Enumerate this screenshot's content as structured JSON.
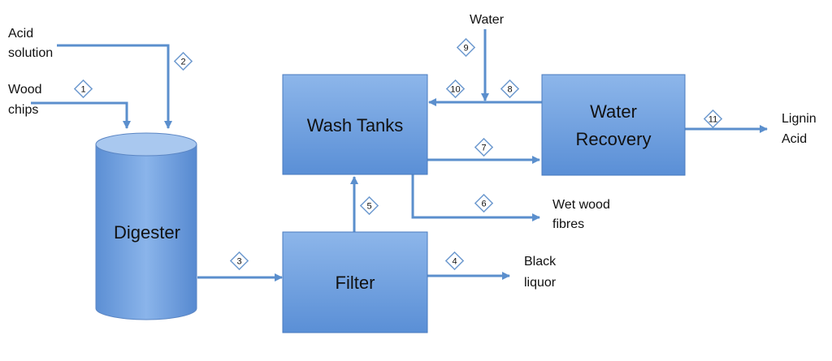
{
  "units": {
    "digester": "Digester",
    "wash_tanks": "Wash Tanks",
    "water_recovery_line1": "Water",
    "water_recovery_line2": "Recovery",
    "filter": "Filter"
  },
  "labels": {
    "acid_line1": "Acid",
    "acid_line2": "solution",
    "wood_line1": "Wood",
    "wood_line2": "chips",
    "water": "Water",
    "lignin_line1": "Lignin",
    "lignin_line2": "Acid",
    "wet_line1": "Wet wood",
    "wet_line2": "fibres",
    "black_line1": "Black",
    "black_line2": "liquor"
  },
  "stream_numbers": [
    "1",
    "2",
    "3",
    "4",
    "5",
    "6",
    "7",
    "8",
    "9",
    "10",
    "11"
  ],
  "colors": {
    "unit_fill": "#6d9fde",
    "flow_line": "#5b8fcd"
  }
}
